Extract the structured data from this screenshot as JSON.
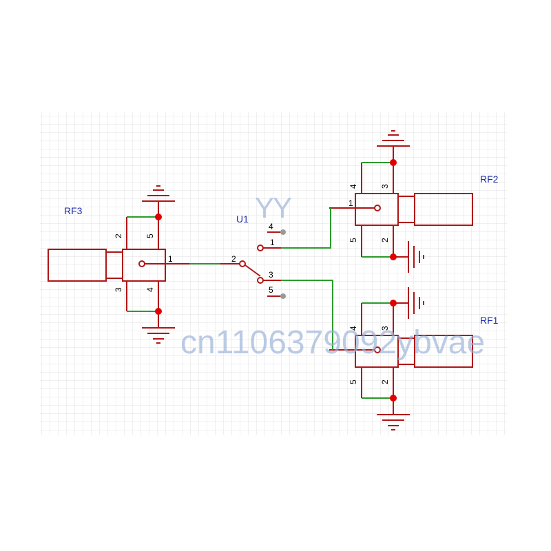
{
  "colors": {
    "component": "#b01515",
    "wire": "#2a9a2a",
    "junction": "#e00000",
    "grid": "#e6e6e6",
    "designator": "#1f2ea8",
    "watermark": "#96afd7"
  },
  "labels": {
    "rf1": "RF1",
    "rf2": "RF2",
    "rf3": "RF3",
    "u1": "U1"
  },
  "pins": {
    "rf3": [
      "1",
      "2",
      "3",
      "4",
      "5"
    ],
    "rf2": [
      "1",
      "2",
      "3",
      "4",
      "5"
    ],
    "rf1": [
      "2",
      "3",
      "4",
      "5"
    ],
    "u1": [
      "1",
      "2",
      "3",
      "4",
      "5"
    ]
  },
  "watermarks": {
    "small": "YY",
    "large": "cn1106379092ybvae"
  }
}
